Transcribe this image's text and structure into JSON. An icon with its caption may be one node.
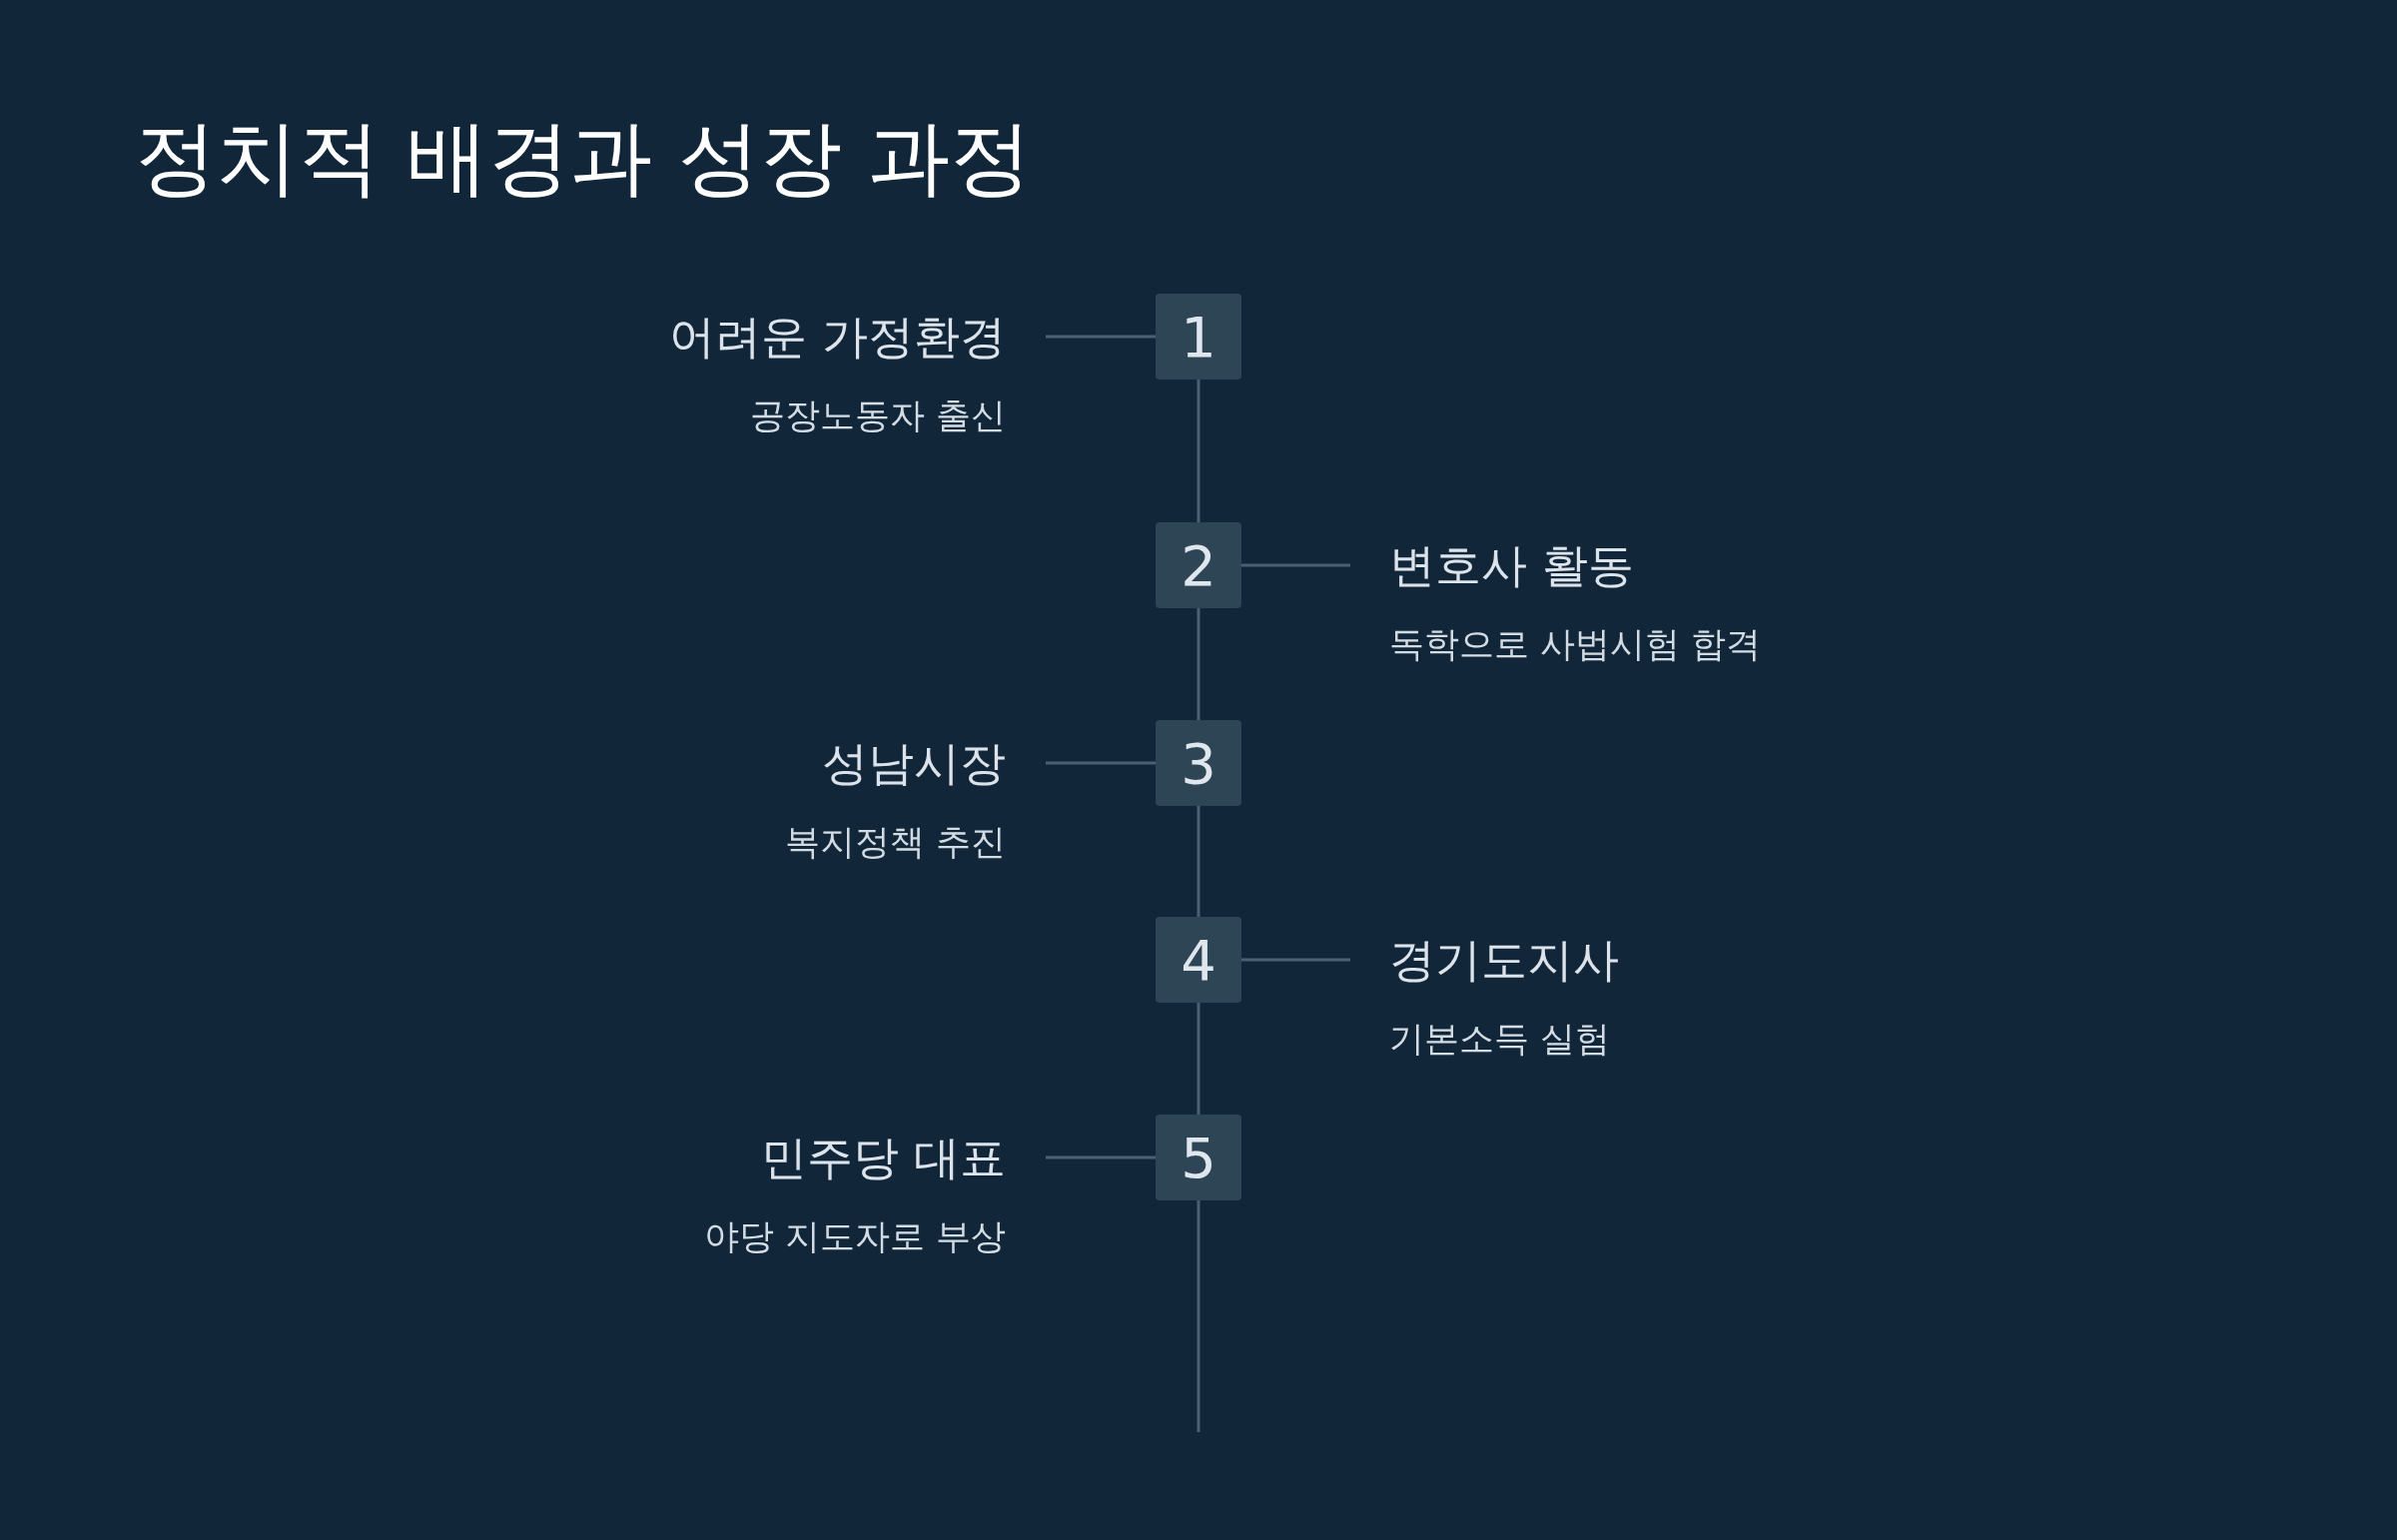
{
  "diagram": {
    "title": "정치적 배경과 성장 과정",
    "nodes": [
      {
        "text": [
          "1"
        ]
      },
      {
        "text": [
          "어려운 가정환경",
          "공장노동자 출신"
        ]
      },
      {
        "text": [
          "2"
        ]
      },
      {
        "text": [
          "변호사 활동",
          "독학으로 사법시험 합격"
        ]
      },
      {
        "text": [
          "3"
        ]
      },
      {
        "text": [
          "성남시장",
          "복지정책 추진"
        ]
      },
      {
        "text": [
          "4"
        ]
      },
      {
        "text": [
          "경기도지사",
          "기본소득 실험"
        ]
      },
      {
        "text": [
          "5"
        ]
      },
      {
        "text": [
          "민주당 대표",
          "야당 지도자로 부상"
        ]
      }
    ],
    "edges": [
      {
        "from": 0,
        "to": 1,
        "arrow": "none"
      },
      {
        "from": 2,
        "to": 3,
        "arrow": "none"
      },
      {
        "from": 4,
        "to": 5,
        "arrow": "none"
      },
      {
        "from": 6,
        "to": 7,
        "arrow": "none"
      },
      {
        "from": 8,
        "to": 9,
        "arrow": "none"
      },
      {
        "from": 0,
        "to": 2,
        "arrow": "none"
      },
      {
        "from": 2,
        "to": 4,
        "arrow": "none"
      },
      {
        "from": 4,
        "to": 6,
        "arrow": "none"
      },
      {
        "from": 6,
        "to": 8,
        "arrow": "none"
      },
      {
        "from": 8,
        "to": null,
        "arrow": "none"
      }
    ]
  }
}
